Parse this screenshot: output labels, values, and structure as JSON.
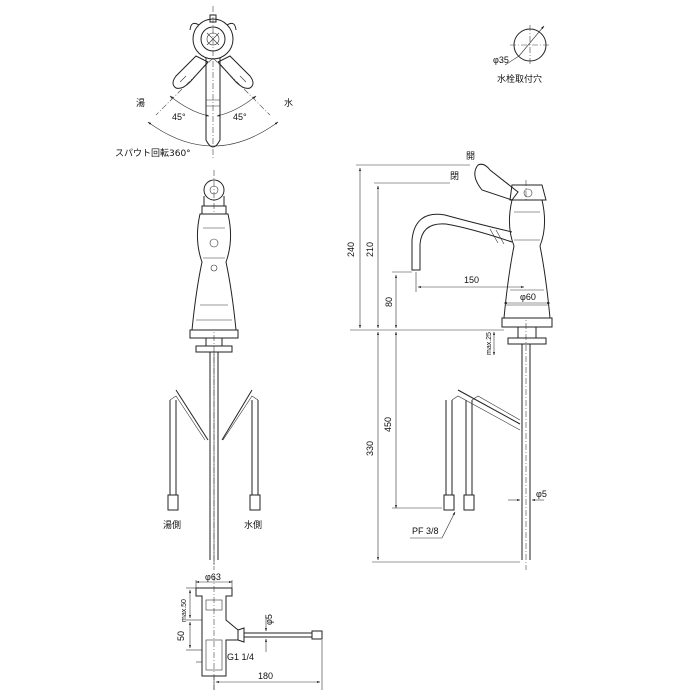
{
  "labels": {
    "hot": "湯",
    "cold": "水",
    "angle_left": "45°",
    "angle_right": "45°",
    "spout_rotation": "スパウト回転360°",
    "hole_diameter": "φ35",
    "hole_caption": "水栓取付穴",
    "open_upper": "開",
    "open_lower": "閉",
    "hot_side": "湯側",
    "cold_side": "水側",
    "dim_240": "240",
    "dim_210": "210",
    "dim_150": "150",
    "dim_80": "80",
    "dim_phi60": "φ60",
    "dim_max25": "max.25",
    "dim_450": "450",
    "dim_330": "330",
    "dim_phi5_side": "φ5",
    "dim_pf38": "PF 3/8",
    "dim_phi63": "φ63",
    "dim_max50": "max.50",
    "dim_50": "50",
    "dim_phi5_bottom": "φ5",
    "dim_g14": "G1 1/4",
    "dim_180": "180"
  }
}
